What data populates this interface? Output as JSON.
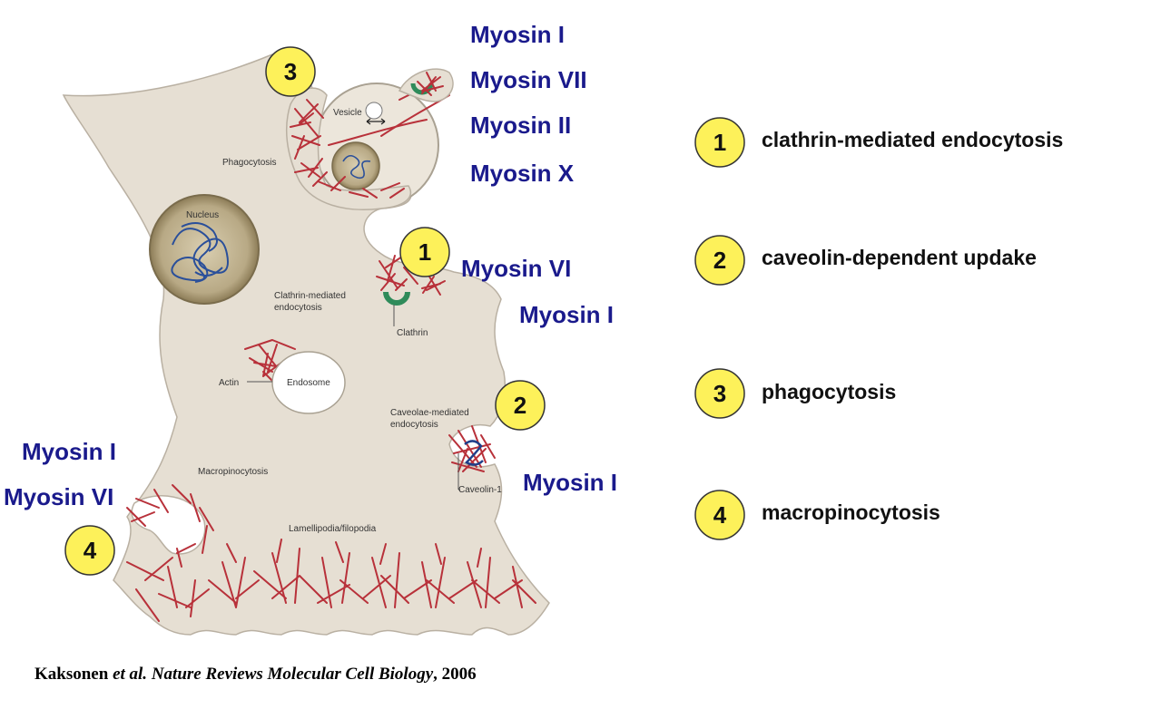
{
  "cell_labels": {
    "vesicle": "Vesicle",
    "phagocytosis": "Phagocytosis",
    "nucleus": "Nucleus",
    "clathrin_mediated": [
      "Clathrin-mediated",
      "endocytosis"
    ],
    "clathrin": "Clathrin",
    "actin": "Actin",
    "endosome": "Endosome",
    "caveolae_mediated": [
      "Caveolae-mediated",
      "endocytosis"
    ],
    "caveolin": "Caveolin-1",
    "macropinocytosis": "Macropinocytosis",
    "lamellipodia": "Lamellipodia/filopodia"
  },
  "myosin_labels": {
    "phago_1": "Myosin I",
    "phago_2": "Myosin VII",
    "phago_3": "Myosin II",
    "phago_4": "Myosin X",
    "clathrin_1": "Myosin VI",
    "clathrin_2": "Myosin I",
    "caveolae": "Myosin I",
    "macro_1": "Myosin I",
    "macro_2": "Myosin VI"
  },
  "badges": {
    "clathrin": "1",
    "caveolae": "2",
    "phagocytosis": "3",
    "macropinocytosis": "4"
  },
  "legend": [
    {
      "number": "1",
      "label": "clathrin-mediated endocytosis"
    },
    {
      "number": "2",
      "label": "caveolin-dependent updake"
    },
    {
      "number": "3",
      "label": "phagocytosis"
    },
    {
      "number": "4",
      "label": "macropinocytosis"
    }
  ],
  "citation": {
    "authors": "Kaksonen",
    "et_al": "et al.",
    "journal": "Nature Reviews Molecular Cell Biology",
    "year": ", 2006"
  },
  "colors": {
    "cell_fill": "#e6dfd3",
    "actin": "#b8313a",
    "myosin_text": "#1a1a8c",
    "badge_fill": "#fdf15a",
    "clathrin_green": "#2f8b5a",
    "nucleus_dna": "#2a4f9a"
  }
}
